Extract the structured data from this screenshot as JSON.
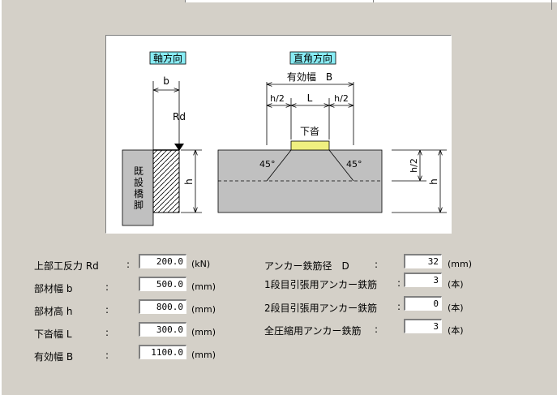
{
  "diagram": {
    "axial_tab": "軸方向",
    "perp_tab": "直角方向",
    "label_b": "b",
    "label_rd": "Rd",
    "label_h": "h",
    "pier_text": [
      "既",
      "設",
      "橋",
      "脚"
    ],
    "effective_width": "有効幅　B",
    "half_h": "h/2",
    "label_L": "L",
    "pad": "下沓",
    "angle": "45°",
    "colors": {
      "tab_bg": "#88ecf4",
      "pad_fill": "#f0f080",
      "pier_fill": "#c0c0c0"
    }
  },
  "left_fields": [
    {
      "label": "上部工反力  Rd",
      "colon": ":",
      "value": "200.0",
      "unit": "(kN)"
    },
    {
      "label": "部材幅  b",
      "colon": ":",
      "value": "500.0",
      "unit": "(mm)"
    },
    {
      "label": "部材高  h",
      "colon": ":",
      "value": "800.0",
      "unit": "(mm)"
    },
    {
      "label": "下沓幅  L",
      "colon": ":",
      "value": "300.0",
      "unit": "(mm)"
    },
    {
      "label": "有効幅  B",
      "colon": ":",
      "value": "1100.0",
      "unit": "(mm)"
    }
  ],
  "right_fields": [
    {
      "label": "アンカー鉄筋径　D",
      "colon": ":",
      "value": "32",
      "unit": "(mm)"
    },
    {
      "label": "1段目引張用アンカー鉄筋",
      "colon": ":",
      "value": "3",
      "unit": "(本)"
    },
    {
      "label": "2段目引張用アンカー鉄筋",
      "colon": ":",
      "value": "0",
      "unit": "(本)"
    },
    {
      "label": "全圧縮用アンカー鉄筋",
      "colon": ":",
      "value": "3",
      "unit": "(本)"
    }
  ]
}
